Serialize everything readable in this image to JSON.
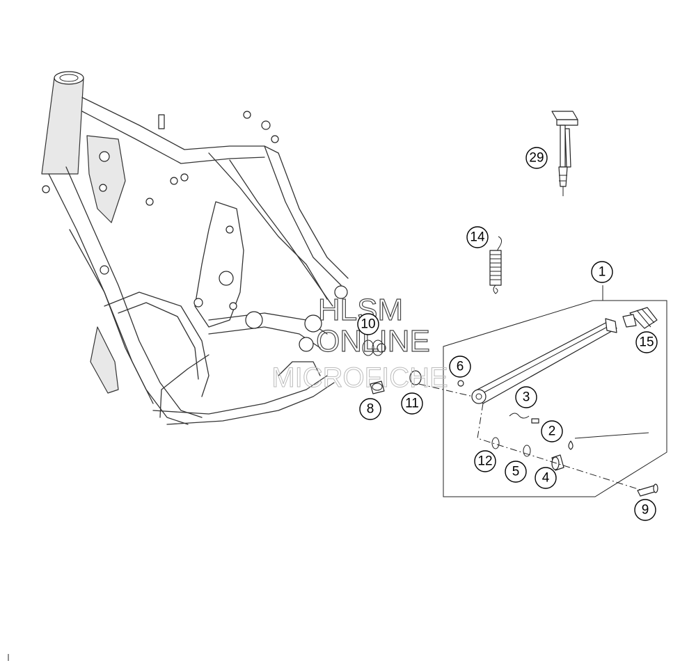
{
  "watermark": {
    "line1": "HLSM",
    "line2": "ONLINE",
    "line3": "MICROFICHE"
  },
  "callouts": {
    "c1": "1",
    "c2": "2",
    "c3": "3",
    "c4": "4",
    "c5": "5",
    "c6": "6",
    "c8": "8",
    "c9": "9",
    "c10": "10",
    "c11": "11",
    "c12": "12",
    "c14": "14",
    "c15": "15",
    "c29": "29"
  }
}
